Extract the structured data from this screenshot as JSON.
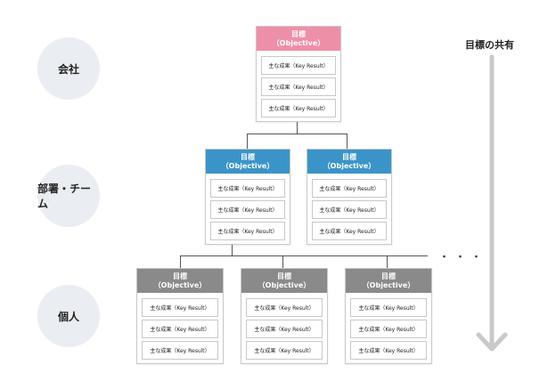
{
  "colors": {
    "company": "#ee8fa8",
    "department": "#3b94c8",
    "individual": "#8a8a8a",
    "arrow": "#c9c9c9"
  },
  "levels": {
    "company": "会社",
    "department": "部署・チーム",
    "individual": "個人"
  },
  "share_label": "目標の共有",
  "ellipsis": "・・・",
  "objective": {
    "title": "目標",
    "sub": "（Objective）"
  },
  "key_result": "主な成果（Key Result）"
}
